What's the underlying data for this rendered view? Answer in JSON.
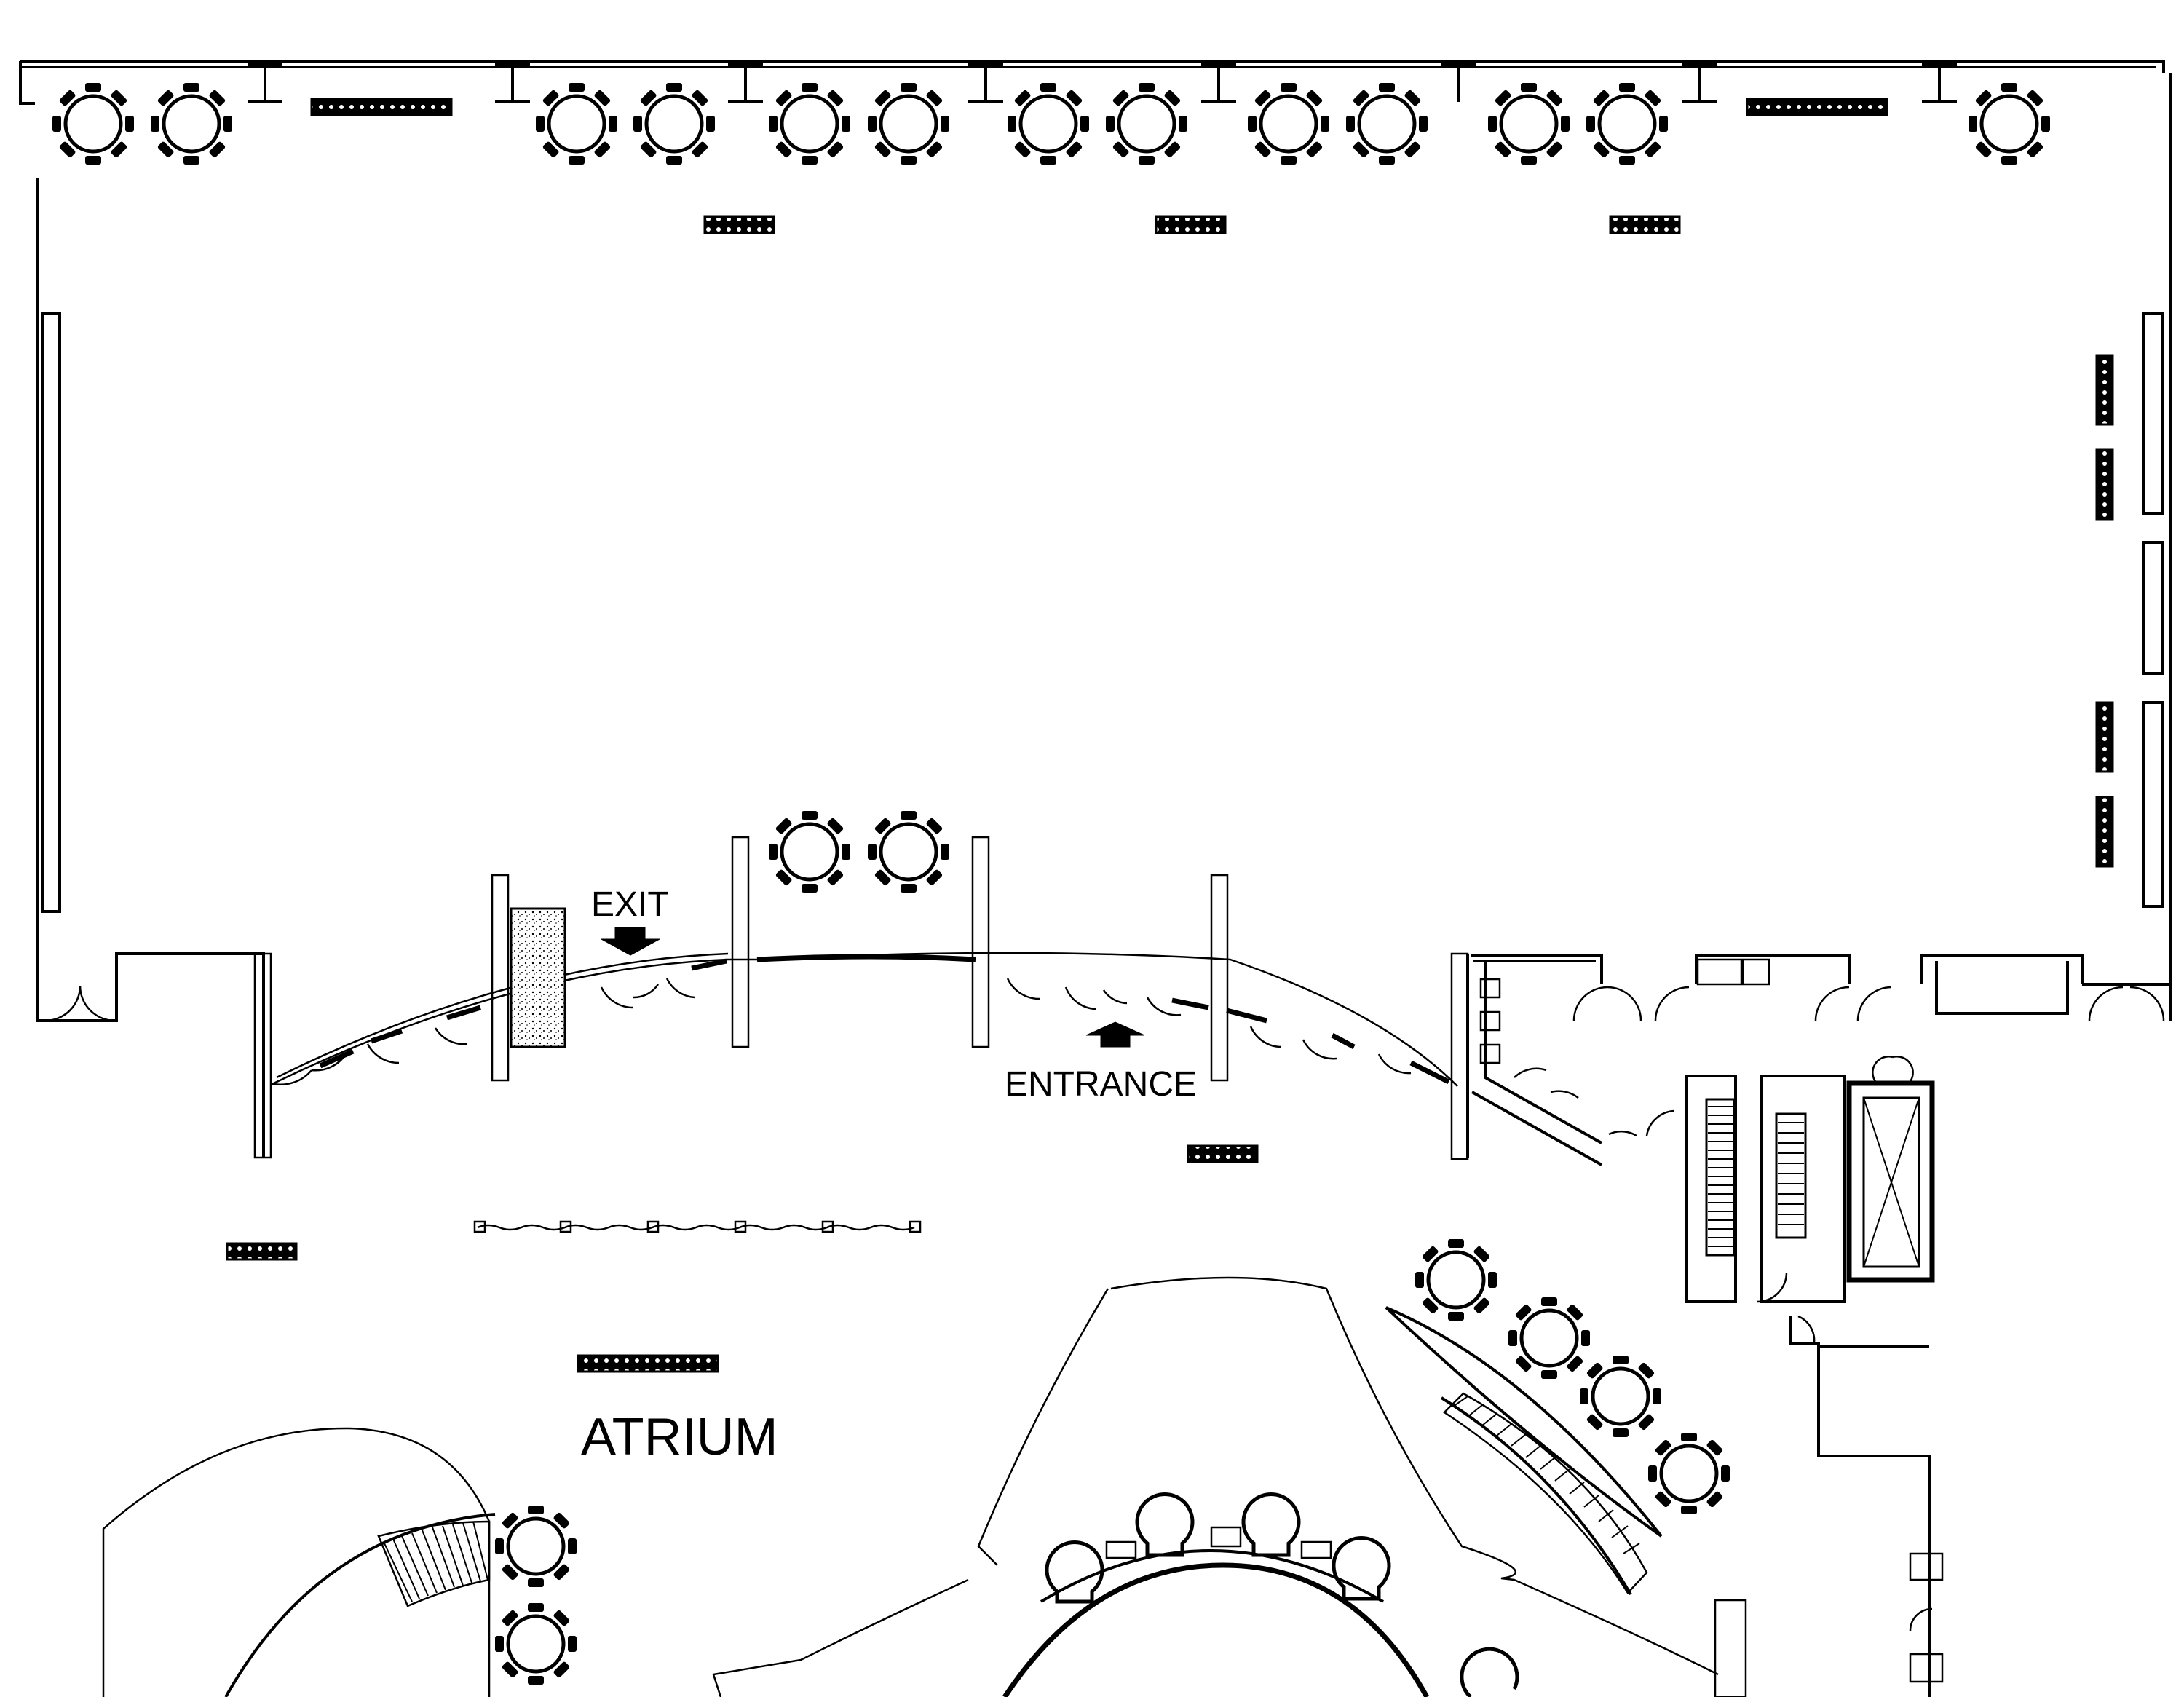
{
  "labels": {
    "exit": "EXIT",
    "entrance": "ENTRANCE",
    "atrium": "ATRIUM"
  },
  "icons": {
    "round_table": "round-table-8-seat-icon",
    "arrow_down": "arrow-down-icon",
    "arrow_up": "arrow-up-icon",
    "buffet": "buffet-station-icon",
    "stairs": "stairs-icon",
    "elevator": "elevator-icon"
  },
  "colors": {
    "ink": "#000000",
    "paper": "#ffffff"
  }
}
